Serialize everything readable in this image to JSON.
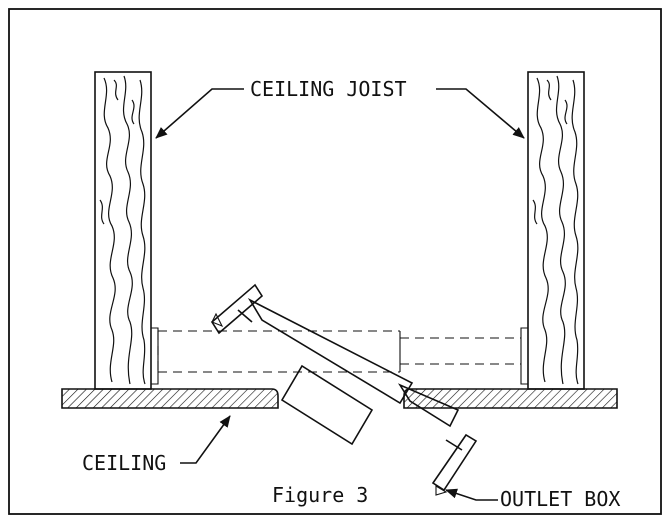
{
  "labels": {
    "ceiling_joist": "CEILING JOIST",
    "ceiling": "CEILING",
    "outlet_box": "OUTLET BOX",
    "figure": "Figure 3"
  }
}
